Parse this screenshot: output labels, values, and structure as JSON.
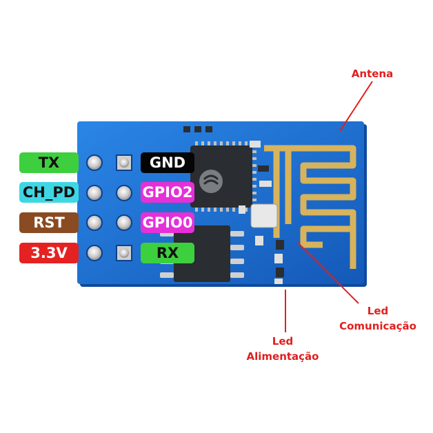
{
  "pins": {
    "left": [
      {
        "label": "TX",
        "bg": "#3ecf3e",
        "color": "#111111"
      },
      {
        "label": "CH_PD",
        "bg": "#3fd6e4",
        "color": "#111111"
      },
      {
        "label": "RST",
        "bg": "#8a4b23",
        "color": "#ffffff"
      },
      {
        "label": "3.3V",
        "bg": "#e52222",
        "color": "#ffffff"
      }
    ],
    "right": [
      {
        "label": "GND",
        "bg": "#050505",
        "color": "#ffffff"
      },
      {
        "label": "GPIO2",
        "bg": "#e530d8",
        "color": "#ffffff"
      },
      {
        "label": "GPIO0",
        "bg": "#e530d8",
        "color": "#ffffff"
      },
      {
        "label": "RX",
        "bg": "#3ecf3e",
        "color": "#111111"
      }
    ]
  },
  "callouts": {
    "antenna": "Antena",
    "led_comm_line1": "Led",
    "led_comm_line2": "Comunicação",
    "led_power_line1": "Led",
    "led_power_line2": "Alimentação"
  },
  "colors": {
    "board": "#1a6fd0",
    "board_edge": "#0e4fa6",
    "antenna_trace": "#d6b35c",
    "callout": "#e0201e",
    "chip": "#2a2d31",
    "pin_pad": "#c8c8c8"
  }
}
